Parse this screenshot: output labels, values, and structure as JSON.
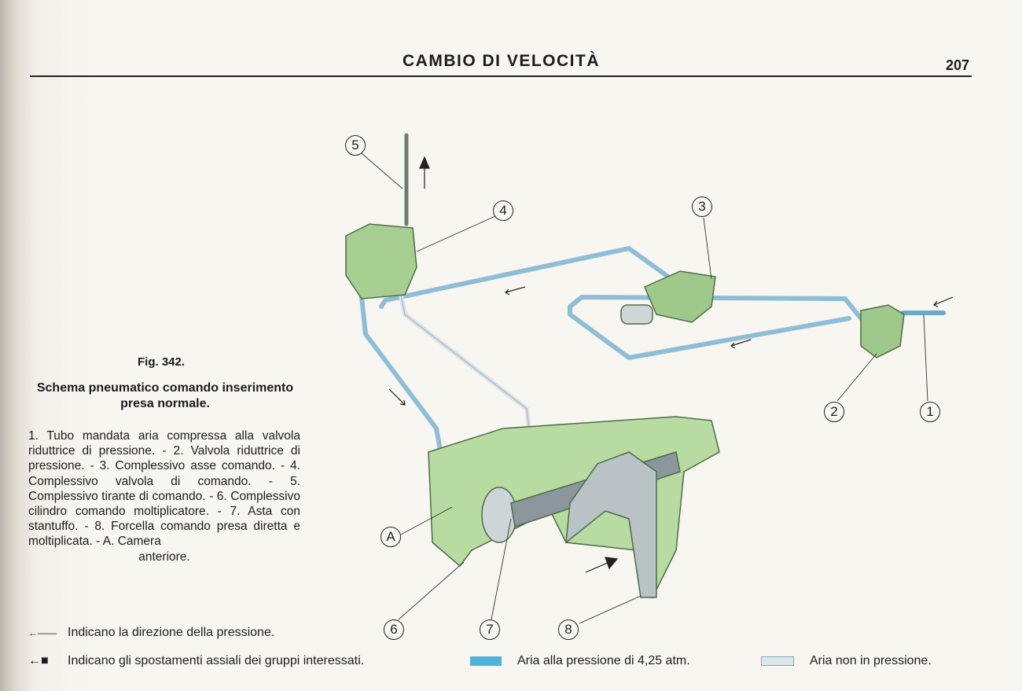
{
  "header": {
    "title": "CAMBIO DI VELOCITÀ",
    "page_number": "207"
  },
  "figure": {
    "number": "Fig. 342.",
    "title": "Schema pneumatico comando inserimento presa normale.",
    "legend": "1. Tubo mandata aria compressa alla valvola riduttrice di pressione. - 2. Valvola riduttrice di pressione. - 3. Complessivo asse comando. - 4. Complessivo valvola di comando. - 5. Complessivo tirante di comando. - 6. Complessivo cilindro comando moltiplicatore. - 7. Asta con stantuffo. - 8. Forcella comando presa diretta e moltiplicata. - A. Camera",
    "legend_end": "anteriore.",
    "callouts": [
      "1",
      "2",
      "3",
      "4",
      "5",
      "6",
      "7",
      "8",
      "A"
    ]
  },
  "key": {
    "pressure_direction": "Indicano la direzione della pressione.",
    "axial_movement": "Indicano gli spostamenti assiali dei gruppi interessati.",
    "air_pressure": "Aria alla pressione di 4,25 atm.",
    "air_no_pressure": "Aria non in pressione."
  },
  "colors": {
    "pressurized": "#4fb3dc",
    "unpressurized": "#dde8ee",
    "parts": "#9fc98a",
    "paper": "#f8f6f1"
  }
}
